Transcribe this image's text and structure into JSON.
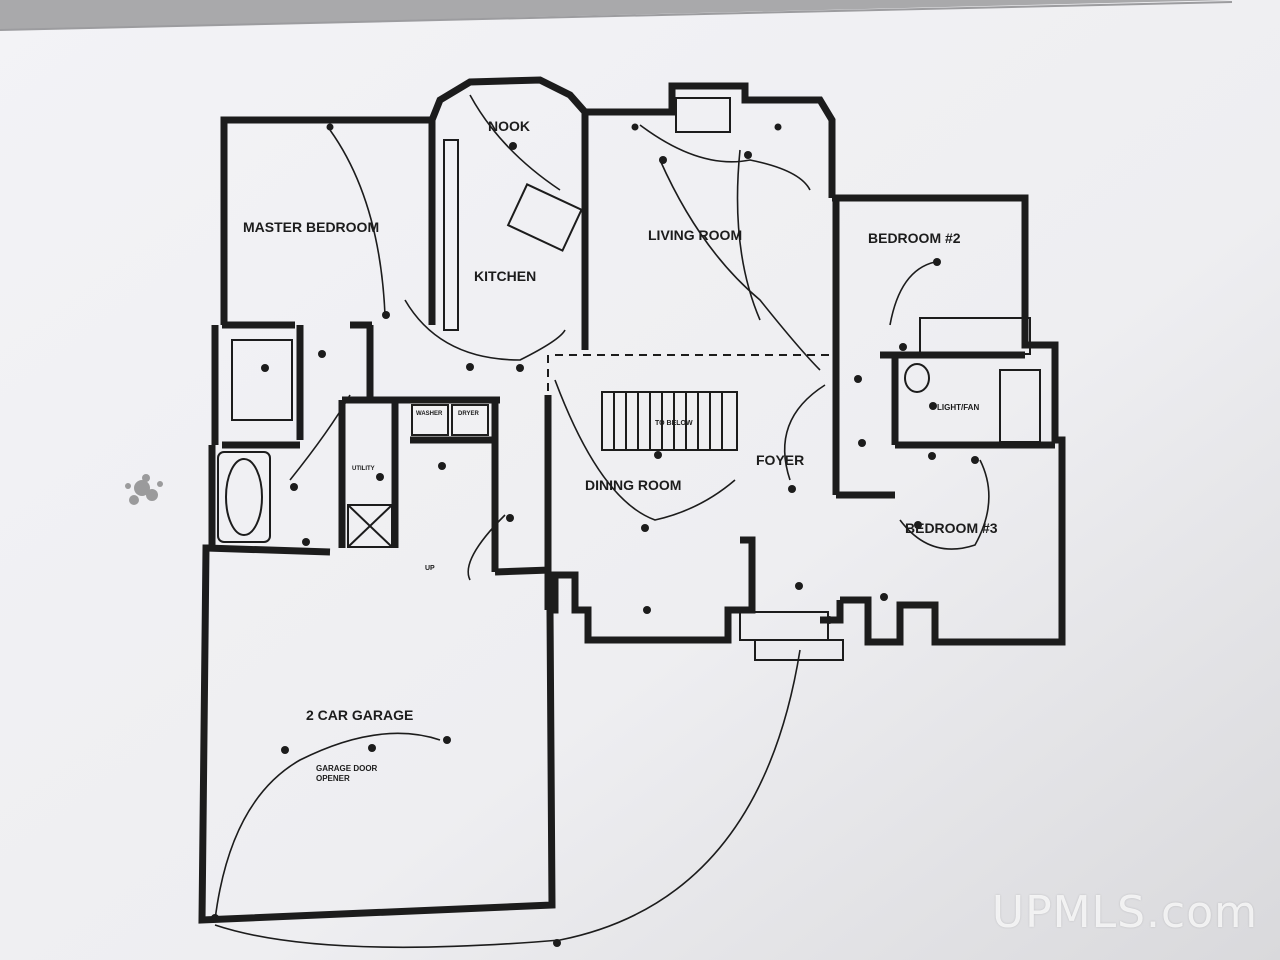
{
  "plan": {
    "rooms": {
      "nook": "NOOK",
      "master_bedroom": "MASTER BEDROOM",
      "kitchen": "KITCHEN",
      "living_room": "LIVING ROOM",
      "bedroom_2": "BEDROOM #2",
      "bedroom_3": "BEDROOM #3",
      "dining_room": "DINING ROOM",
      "foyer": "FOYER",
      "garage": "2 CAR GARAGE"
    },
    "annotations": {
      "stair_note": "TO BELOW",
      "light_fan": "LIGHT/FAN",
      "garage_door_opener_1": "GARAGE DOOR",
      "garage_door_opener_2": "OPENER",
      "utility": "UTILITY",
      "washer": "WASHER",
      "dryer": "DRYER",
      "up": "UP"
    }
  },
  "watermark": "UPMLS.com",
  "colors": {
    "paper": "#f4f4f6",
    "ink": "#1c1c1c",
    "background": "#a9a9ab"
  }
}
